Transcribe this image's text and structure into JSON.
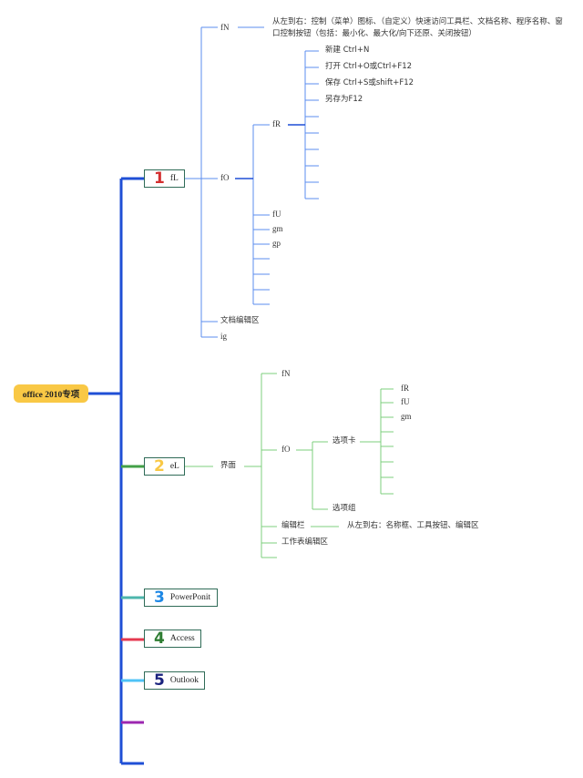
{
  "root": {
    "label": "office 2010专项"
  },
  "colors": {
    "root": "#f9c845",
    "spine": "#1f4fd6",
    "word_lines": "#5b8def",
    "excel_lines": "#7ccf7c"
  },
  "branches": [
    {
      "num": "1",
      "label": "fL",
      "color": "#d32f2f"
    },
    {
      "num": "2",
      "label": "eL",
      "color": "#f9c845"
    },
    {
      "num": "3",
      "label": "PowerPonit",
      "color": "#1e88e5"
    },
    {
      "num": "4",
      "label": "Access",
      "color": "#2e7d32"
    },
    {
      "num": "5",
      "label": "Outlook",
      "color": "#1a237e"
    }
  ],
  "word": {
    "fN": "fN",
    "fN_note": "从左到右：控制（菜单）图标、（自定义）快速访问工具栏、文档名称、程序名称、窗口控制按钮（包括：最小化、最大化/向下还原、关闭按钮）",
    "fO": "fO",
    "fR": "fR",
    "fR_items": [
      "新建 Ctrl+N",
      "打开 Ctrl+O或Ctrl+F12",
      "保存 Ctrl+S或shift+F12",
      "另存为F12"
    ],
    "fO_items": [
      "fU",
      "gm",
      "gp"
    ],
    "doc_area": "文档编辑区",
    "ig": "ig"
  },
  "excel": {
    "interface": "界面",
    "fN": "fN",
    "fO": "fO",
    "tab": "选项卡",
    "tab_items": [
      "fR",
      "fU",
      "gm"
    ],
    "group": "选项组",
    "edit_bar": "编辑栏",
    "edit_bar_note": "从左到右：名称框、工具按钮、编辑区",
    "sheet_area": "工作表编辑区"
  }
}
